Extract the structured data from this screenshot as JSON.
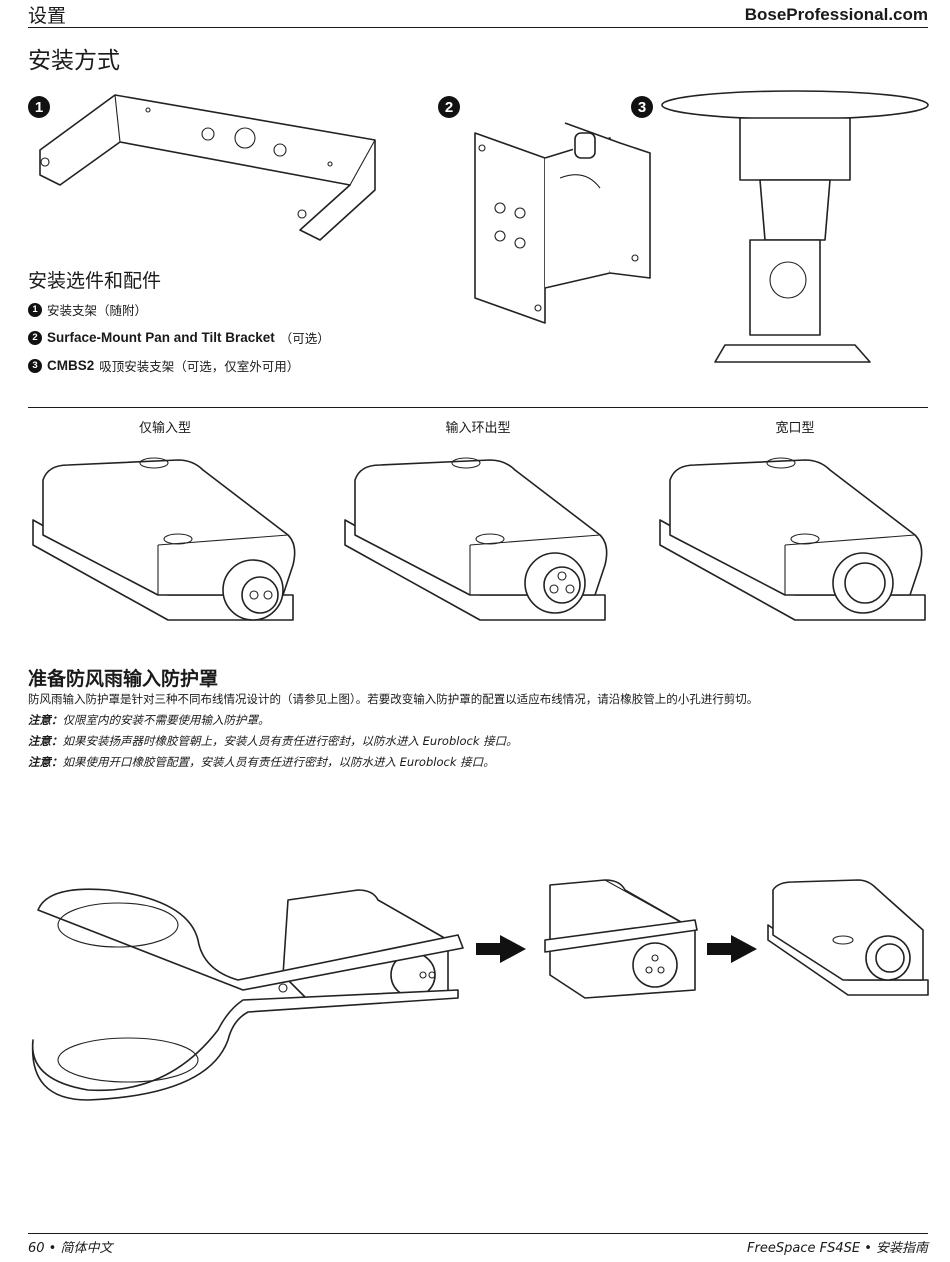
{
  "header": {
    "section": "设置",
    "site": "BoseProfessional.com"
  },
  "mounting": {
    "title": "安装方式",
    "figure_badges": [
      "1",
      "2",
      "3"
    ],
    "options_title": "安装选件和配件",
    "options": [
      {
        "badge": "1",
        "name": "",
        "desc": "安装支架（随附）"
      },
      {
        "badge": "2",
        "name": "Surface-Mount Pan and Tilt Bracket",
        "desc": "（可选）"
      },
      {
        "badge": "3",
        "name": "CMBS2",
        "desc": " 吸顶安装支架（可选，仅室外可用）"
      }
    ]
  },
  "input_types": {
    "labels": [
      "仅输入型",
      "输入环出型",
      "宽口型"
    ]
  },
  "prep": {
    "title": "准备防风雨输入防护罩",
    "body": "防风雨输入防护罩是针对三种不同布线情况设计的（请参见上图）。若要改变输入防护罩的配置以适应布线情况，请沿橡胶管上的小孔进行剪切。",
    "notes": [
      {
        "label": "注意：",
        "text": "仅限室内的安装不需要使用输入防护罩。"
      },
      {
        "label": "注意：",
        "text": "如果安装扬声器时橡胶管朝上，安装人员有责任进行密封，以防水进入 Euroblock 接口。"
      },
      {
        "label": "注意：",
        "text": "如果使用开口橡胶管配置，安装人员有责任进行密封，以防水进入 Euroblock 接口。"
      }
    ]
  },
  "footer": {
    "left": "60 • 简体中文",
    "right": "FreeSpace FS4SE • 安装指南"
  }
}
